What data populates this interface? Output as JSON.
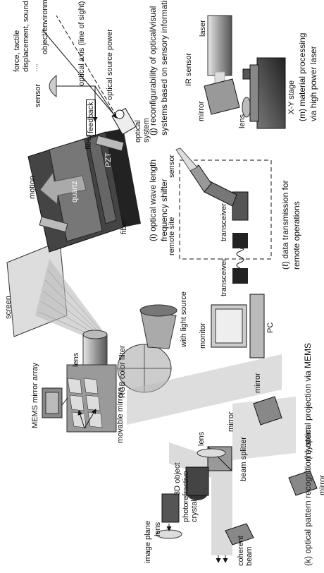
{
  "panels": {
    "h": {
      "caption": "(h) optical projection via MEMS",
      "labels": {
        "mems": "MEMS mirror array",
        "lens": "lens",
        "screen": "screen",
        "movable": "movable mirrors",
        "rgb": "RGB color filter",
        "light": "with light source"
      }
    },
    "i": {
      "caption_line1": "(i) optical wave length",
      "caption_line2": "frequency shifter",
      "labels": {
        "motion": "motion",
        "fiber_left": "fiber",
        "fiber_right": "fiber",
        "quartz": "quartz",
        "pzt": "PZT"
      }
    },
    "j": {
      "caption_line1": "(j) reconfigurability of optical/visual",
      "caption_line2": "systems based on sensory information",
      "labels": {
        "sensor": "sensor",
        "feedback": "feedback",
        "force": "force, tactile",
        "displacement": "displacement, sound",
        "dots": "....",
        "object": "object/environment",
        "axis": "optical axis (line of sight)",
        "power": "optical source power",
        "optical_system_1": "optical",
        "optical_system_2": "system"
      }
    },
    "k": {
      "caption": "(k) optical pattern recognition system",
      "labels": {
        "image_plane": "image plane",
        "lens_top": "lens",
        "photo1": "photorefractive",
        "photo2": "crystal",
        "object3d": "3D object",
        "mirror_mid": "mirror",
        "mirror_right": "mirror",
        "lens_mid": "lens",
        "beam_splitter": "beam splitter",
        "coherent1": "coherent",
        "coherent2": "beam",
        "mirror_bottom": "mirror"
      }
    },
    "l": {
      "caption_line1": "(ℓ) data transmission for",
      "caption_line2": "remote operations",
      "labels": {
        "monitor": "monitor",
        "pc": "PC",
        "transceiver_left": "transceiver",
        "transceiver_right": "transceiver",
        "remote_site": "remote site",
        "sensor": "sensor"
      }
    },
    "m": {
      "caption_line1": "(m) material processing",
      "caption_line2": "via high power laser",
      "labels": {
        "mirror": "mirror",
        "ir": "IR sensor",
        "laser": "laser",
        "lens": "lens",
        "xy": "X-Y stage"
      }
    }
  }
}
